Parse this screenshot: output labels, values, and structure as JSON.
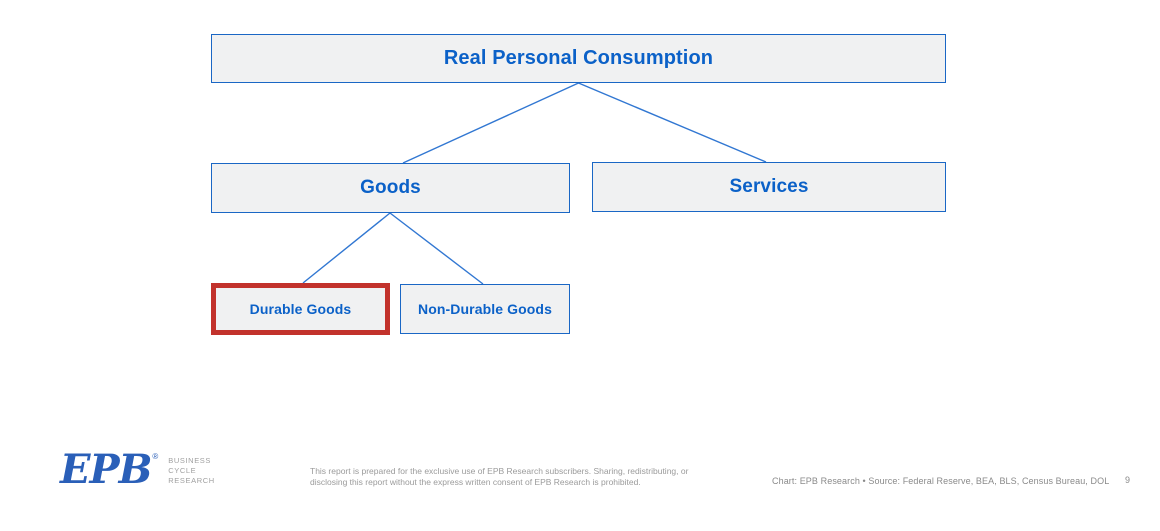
{
  "diagram": {
    "root": {
      "label": "Real Personal Consumption"
    },
    "level2": [
      {
        "label": "Goods"
      },
      {
        "label": "Services"
      }
    ],
    "level3": [
      {
        "label": "Durable Goods",
        "highlighted": true
      },
      {
        "label": "Non-Durable Goods",
        "highlighted": false
      }
    ]
  },
  "footer": {
    "logo": {
      "text": "EPB",
      "registered_mark": "®",
      "org_line1": "BUSINESS",
      "org_line2": "CYCLE",
      "org_line3": "RESEARCH"
    },
    "disclaimer_line1": "This report is prepared for the exclusive use of EPB Research subscribers. Sharing, redistributing, or",
    "disclaimer_line2": "disclosing this report without the express written consent of EPB Research is prohibited.",
    "credit": "Chart: EPB Research   •   Source: Federal Reserve, BEA, BLS, Census Bureau, DOL",
    "page_number": "9"
  },
  "colors": {
    "box_fill": "#f0f1f2",
    "blue_border": "#1a67c5",
    "blue_text": "#0b61c8",
    "line_blue": "#3177d2",
    "highlight_red": "#c2322c",
    "logo_blue": "#2a5fb8",
    "footer_gray": "#9b9b9b"
  }
}
